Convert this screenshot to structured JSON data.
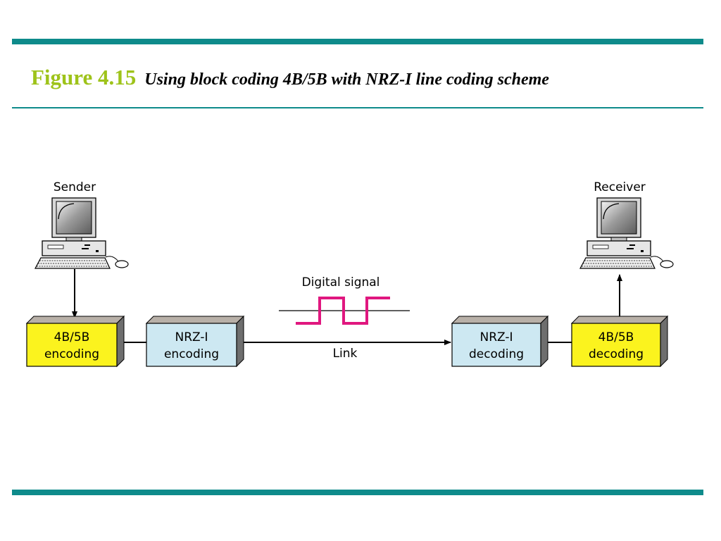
{
  "figure": {
    "number": "Figure 4.15",
    "caption": "Using block coding 4B/5B with NRZ-I line coding scheme"
  },
  "diagram": {
    "sender_label": "Sender",
    "receiver_label": "Receiver",
    "signal_label": "Digital signal",
    "link_label": "Link",
    "blocks": {
      "enc_4b5b": [
        "4B/5B",
        "encoding"
      ],
      "enc_nrzi": [
        "NRZ-I",
        "encoding"
      ],
      "dec_nrzi": [
        "NRZ-I",
        "decoding"
      ],
      "dec_4b5b": [
        "4B/5B",
        "decoding"
      ]
    }
  },
  "colors": {
    "accent_rule": "#0e8b8b",
    "figure_number": "#9ec31a",
    "block_4b5b": "#fbf31e",
    "block_nrzi": "#cde8f2",
    "signal": "#e0177f"
  }
}
